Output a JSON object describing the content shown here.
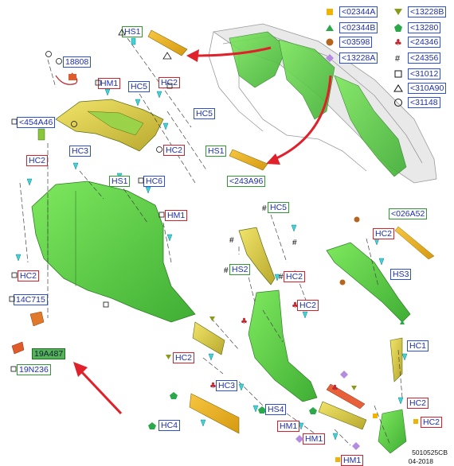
{
  "legend": [
    {
      "code": "<02344A",
      "symbol": "square-filled",
      "color": "#f0b400"
    },
    {
      "code": "<13228B",
      "symbol": "triangle-down-filled",
      "color": "#8a9a1a"
    },
    {
      "code": "<02344B",
      "symbol": "triangle-up-filled",
      "color": "#2aa84a"
    },
    {
      "code": "<13280",
      "symbol": "pentagon-filled",
      "color": "#2aa84a"
    },
    {
      "code": "<03598",
      "symbol": "circle-filled",
      "color": "#b5651d"
    },
    {
      "code": "<24346",
      "symbol": "club-filled",
      "color": "#c0262d"
    },
    {
      "code": "<13228A",
      "symbol": "diamond-filled",
      "color": "#b48be0"
    },
    {
      "code": "<24356",
      "symbol": "hash",
      "color": "#111111"
    },
    {
      "code": "<31012",
      "symbol": "square-outline",
      "color": "#111111"
    },
    {
      "code": "<310A90",
      "symbol": "triangle-outline",
      "color": "#111111"
    },
    {
      "code": "<31148",
      "symbol": "circle-outline",
      "color": "#111111"
    }
  ],
  "callouts": {
    "hs1_top": "HS1",
    "c18808": "18808",
    "hm1_a": "HM1",
    "hc5_a": "HC5",
    "hc2_a": "HC2",
    "c454a46": "<454A46",
    "hc5_b": "HC5",
    "hc3_a": "HC3",
    "hc2_b": "HC2",
    "hc2_c": "HC2",
    "hs1_b": "HS1",
    "hc6": "HC6",
    "hs1_c": "HS1",
    "c243a96": "<243A96",
    "hm1_b": "HM1",
    "hc2_d": "HC2",
    "c14c715": "14C715",
    "c19a487": "19A487",
    "c19n236": "19N236",
    "hc5_c": "HC5",
    "hs2": "HS2",
    "hc2_e": "HC2",
    "c026a52": "<026A52",
    "hc2_f": "HC2",
    "hs3": "HS3",
    "hc2_g": "HC2",
    "hc2_h": "HC2",
    "hc3_b": "HC3",
    "hc1": "HC1",
    "hs4": "HS4",
    "hc4": "HC4",
    "hm1_c": "HM1",
    "hm1_d": "HM1",
    "hc2_i": "HC2",
    "hc2_j": "HC2",
    "hm1_e": "HM1"
  },
  "footer": {
    "code": "5010525CB",
    "date": "04-2018"
  },
  "colors": {
    "part_green": "#59d14a",
    "part_yellow": "#d6c84a",
    "arrow_red": "#e0202a",
    "label_blue": "#2b4fd6",
    "label_green": "#2f9a30",
    "label_red": "#d8202a"
  }
}
